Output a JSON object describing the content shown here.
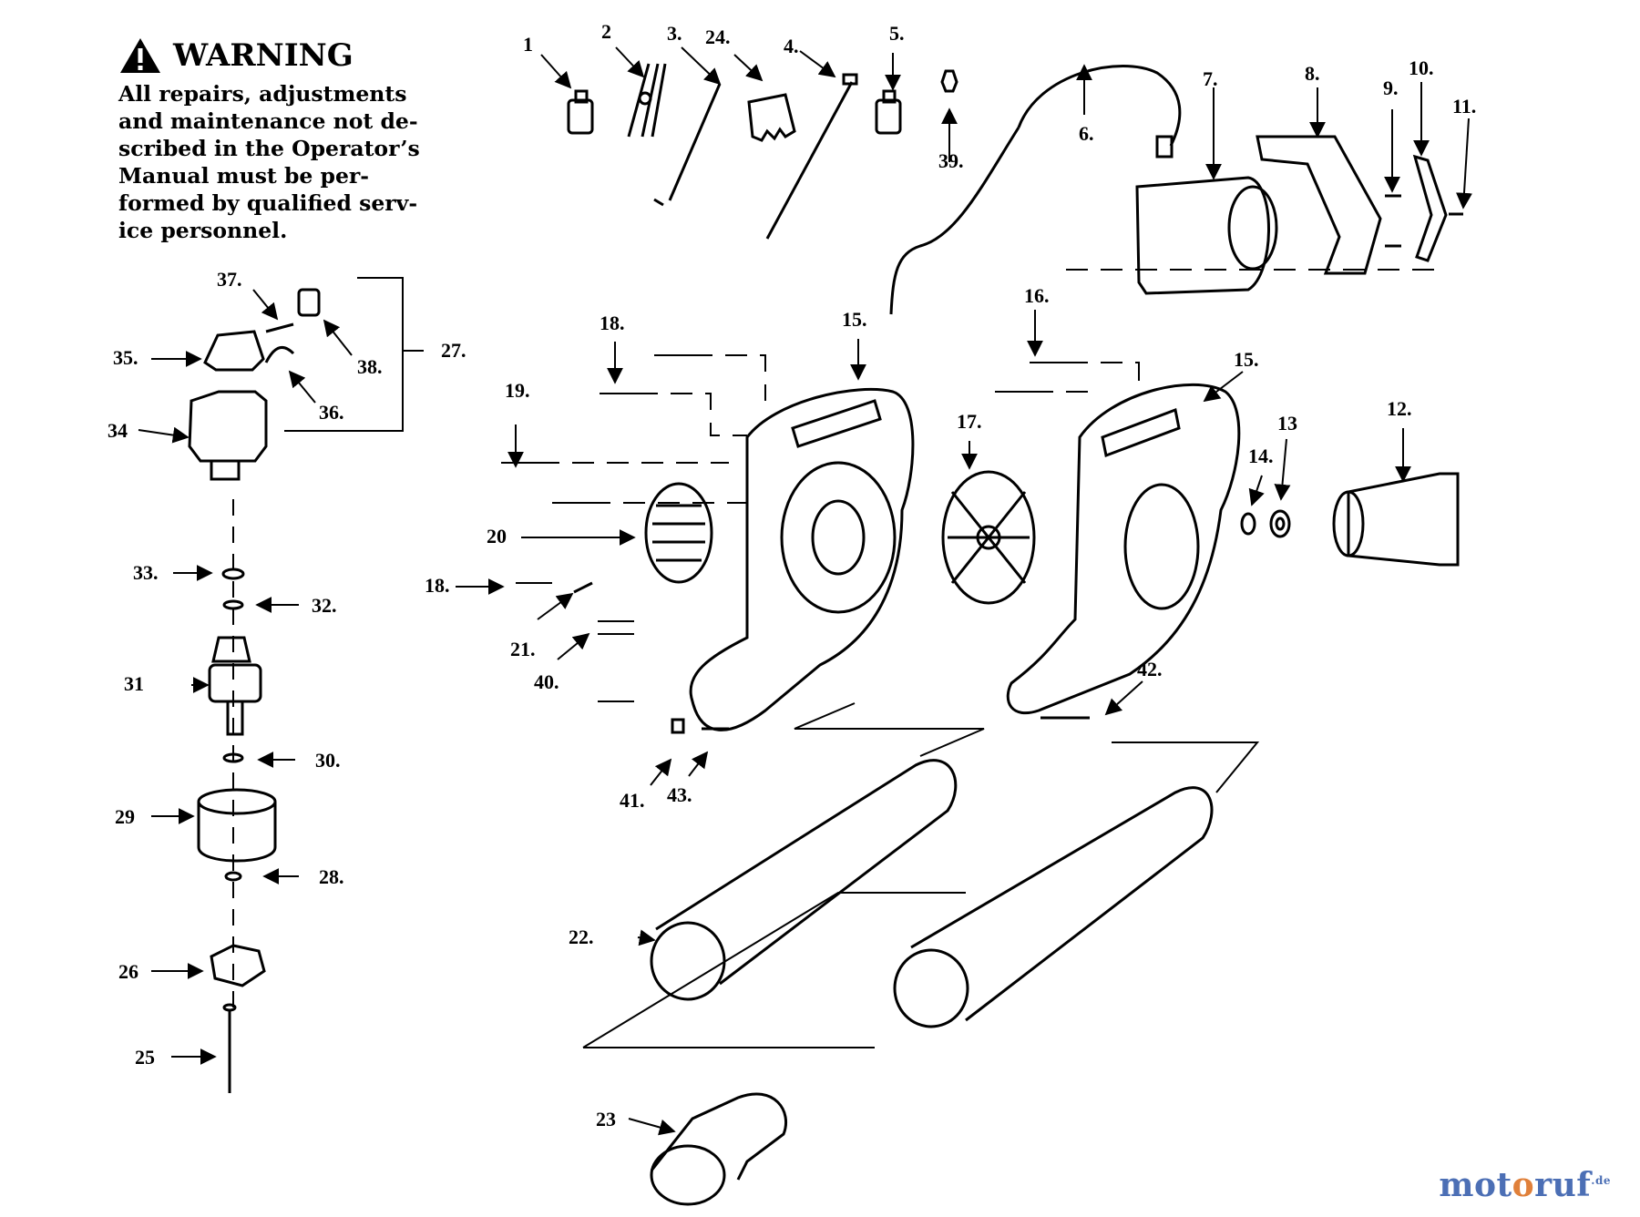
{
  "warning": {
    "title": "WARNING",
    "lines": [
      "All repairs, adjustments",
      "and maintenance not de-",
      "scribed in the Operator’s",
      "Manual must be per-",
      "formed by qualified serv-",
      "ice personnel."
    ]
  },
  "labels": {
    "l1": "1",
    "l2": "2",
    "l3": "3.",
    "l24": "24.",
    "l4": "4.",
    "l5": "5.",
    "l39": "39.",
    "l6": "6.",
    "l7": "7.",
    "l8": "8.",
    "l9": "9.",
    "l10": "10.",
    "l11": "11.",
    "l37": "37.",
    "l35": "35.",
    "l38": "38.",
    "l27": "27.",
    "l36": "36.",
    "l34": "34",
    "l18a": "18.",
    "l15a": "15.",
    "l16": "16.",
    "l15b": "15.",
    "l19": "19.",
    "l17": "17.",
    "l12": "12.",
    "l13": "13",
    "l14": "14.",
    "l20": "20",
    "l18b": "18.",
    "l21": "21.",
    "l40": "40.",
    "l42": "42.",
    "l41": "41.",
    "l43": "43.",
    "l33": "33.",
    "l32": "32.",
    "l31": "31",
    "l30": "30.",
    "l29": "29",
    "l28": "28.",
    "l26": "26",
    "l25": "25",
    "l22": "22.",
    "l23": "23"
  },
  "logo": {
    "a": "mot",
    "b": "o",
    "c": "ruf",
    "tld": ".de"
  }
}
